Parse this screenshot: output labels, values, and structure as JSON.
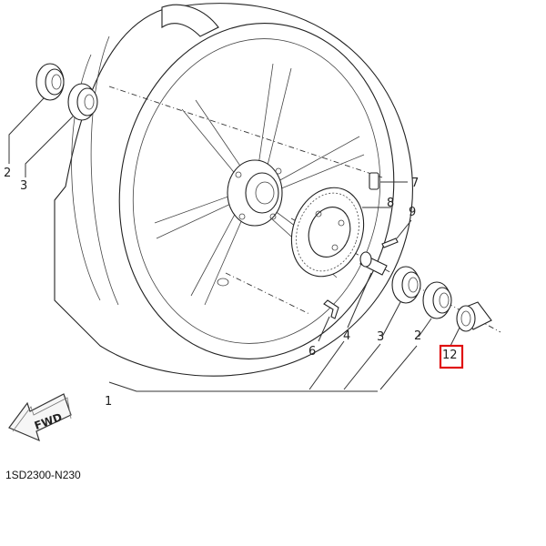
{
  "labels": {
    "p1": "1",
    "p2_left": "2",
    "p3_left": "3",
    "p4": "4",
    "p6": "6",
    "p7": "7",
    "p8": "8",
    "p9": "9",
    "p3_right": "3",
    "p2_right": "2",
    "p12": "12"
  },
  "fwd_text": "FWD",
  "diagram_code": "1SD2300-N230",
  "highlight": {
    "target": "12",
    "color": "#e01010"
  }
}
